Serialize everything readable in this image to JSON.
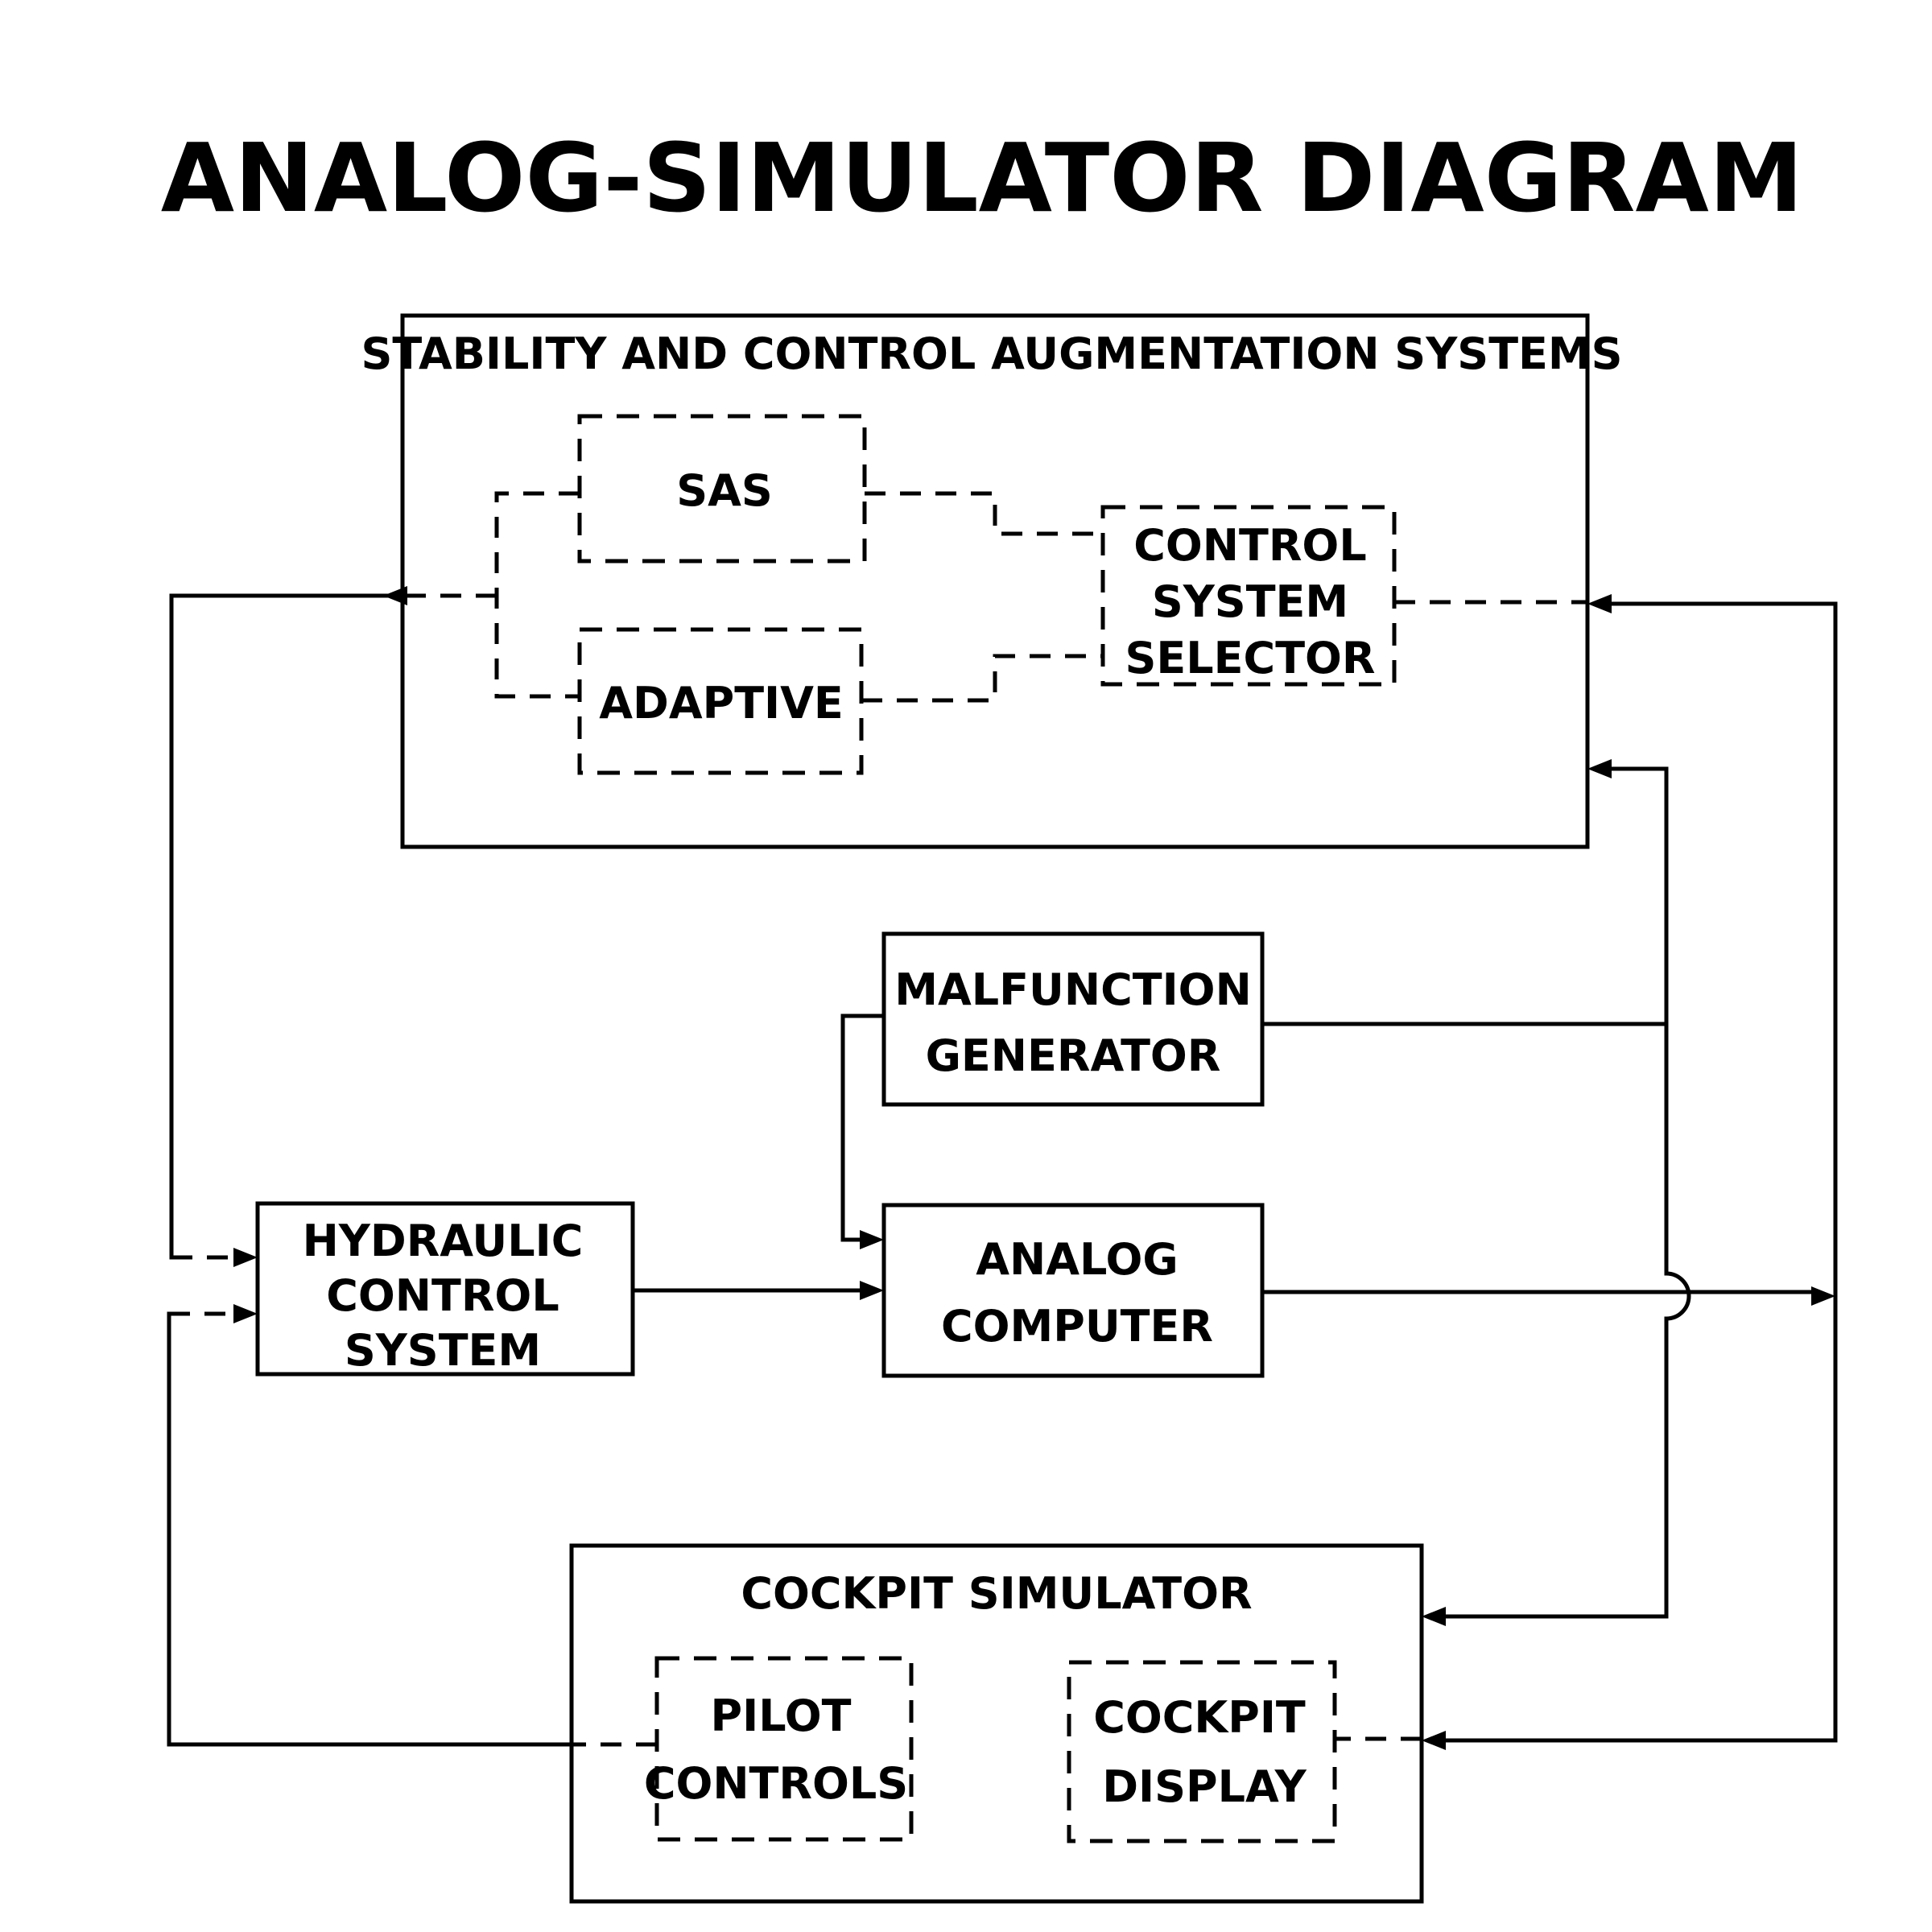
{
  "title": "ANALOG-SIMULATOR DIAGRAM",
  "blocks": {
    "scas": {
      "label": "STABILITY AND CONTROL AUGMENTATION SYSTEMS"
    },
    "sas": {
      "label": "SAS"
    },
    "adaptive": {
      "label": "ADAPTIVE"
    },
    "control_system_selector": {
      "lines": [
        "CONTROL",
        "SYSTEM",
        "SELECTOR"
      ]
    },
    "malfunction_generator": {
      "lines": [
        "MALFUNCTION",
        "GENERATOR"
      ]
    },
    "hydraulic_control_system": {
      "lines": [
        "HYDRAULIC",
        "CONTROL",
        "SYSTEM"
      ]
    },
    "analog_computer": {
      "lines": [
        "ANALOG",
        "COMPUTER"
      ]
    },
    "cockpit_simulator": {
      "label": "COCKPIT SIMULATOR"
    },
    "pilot_controls": {
      "lines": [
        "PILOT",
        "CONTROLS"
      ]
    },
    "cockpit_display": {
      "lines": [
        "COCKPIT",
        "DISPLAY"
      ]
    }
  }
}
